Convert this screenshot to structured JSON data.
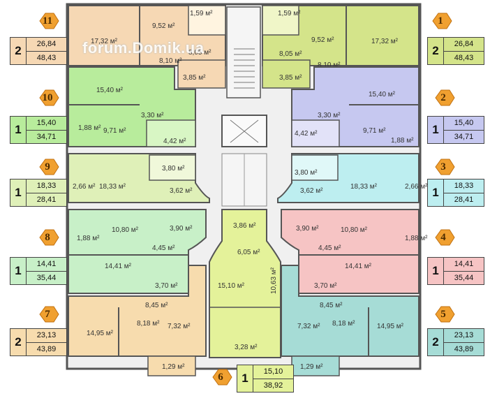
{
  "watermark": "forum.Domik.ua",
  "apartments": [
    {
      "id": "11",
      "rooms": "2",
      "living": "26,84",
      "total": "48,43",
      "color": "#f6d8b4"
    },
    {
      "id": "1",
      "rooms": "2",
      "living": "26,84",
      "total": "48,43",
      "color": "#d4e48a"
    },
    {
      "id": "10",
      "rooms": "1",
      "living": "15,40",
      "total": "34,71",
      "color": "#b8ec9c"
    },
    {
      "id": "2",
      "rooms": "1",
      "living": "15,40",
      "total": "34,71",
      "color": "#c6c8f0"
    },
    {
      "id": "9",
      "rooms": "1",
      "living": "18,33",
      "total": "28,41",
      "color": "#dff0b8"
    },
    {
      "id": "3",
      "rooms": "1",
      "living": "18,33",
      "total": "28,41",
      "color": "#bdeef0"
    },
    {
      "id": "8",
      "rooms": "1",
      "living": "14,41",
      "total": "35,44",
      "color": "#c8f0c8"
    },
    {
      "id": "4",
      "rooms": "1",
      "living": "14,41",
      "total": "35,44",
      "color": "#f6c4c4"
    },
    {
      "id": "7",
      "rooms": "2",
      "living": "23,13",
      "total": "43,89",
      "color": "#f7dcae"
    },
    {
      "id": "5",
      "rooms": "2",
      "living": "23,13",
      "total": "43,89",
      "color": "#a6dcd6"
    },
    {
      "id": "6",
      "rooms": "1",
      "living": "15,10",
      "total": "38,92",
      "color": "#e4f29a"
    }
  ],
  "room_labels": {
    "a11": [
      "17,32 м²",
      "9,52 м²",
      "1,59 м²",
      "8,10 м²",
      "8,05 м²",
      "3,85 м²"
    ],
    "a1": [
      "1,59 м²",
      "9,52 м²",
      "17,32 м²",
      "8,05 м²",
      "8,10 м²",
      "3,85 м²"
    ],
    "a10": [
      "15,40 м²",
      "3,30 м²",
      "1,88 м²",
      "9,71 м²",
      "4,42 м²"
    ],
    "a2": [
      "15,40 м²",
      "3,30 м²",
      "4,42 м²",
      "9,71 м²",
      "1,88 м²"
    ],
    "a9": [
      "2,66 м²",
      "18,33 м²",
      "3,80 м²",
      "3,62 м²"
    ],
    "a3": [
      "3,80 м²",
      "18,33 м²",
      "2,66 м²",
      "3,62 м²"
    ],
    "a8": [
      "1,88 м²",
      "10,80 м²",
      "3,90 м²",
      "4,45 м²",
      "14,41 м²"
    ],
    "a4": [
      "3,90 м²",
      "10,80 м²",
      "1,88 м²",
      "4,45 м²",
      "14,41 м²"
    ],
    "a7": [
      "3,70 м²",
      "8,45 м²",
      "14,95 м²",
      "8,18 м²",
      "7,32 м²",
      "1,29 м²"
    ],
    "a5": [
      "3,70 м²",
      "8,45 м²",
      "7,32 м²",
      "8,18 м²",
      "14,95 м²",
      "1,29 м²"
    ],
    "a6": [
      "3,86 м²",
      "6,05 м²",
      "15,10 м²",
      "10,63 м²",
      "3,28 м²"
    ]
  }
}
